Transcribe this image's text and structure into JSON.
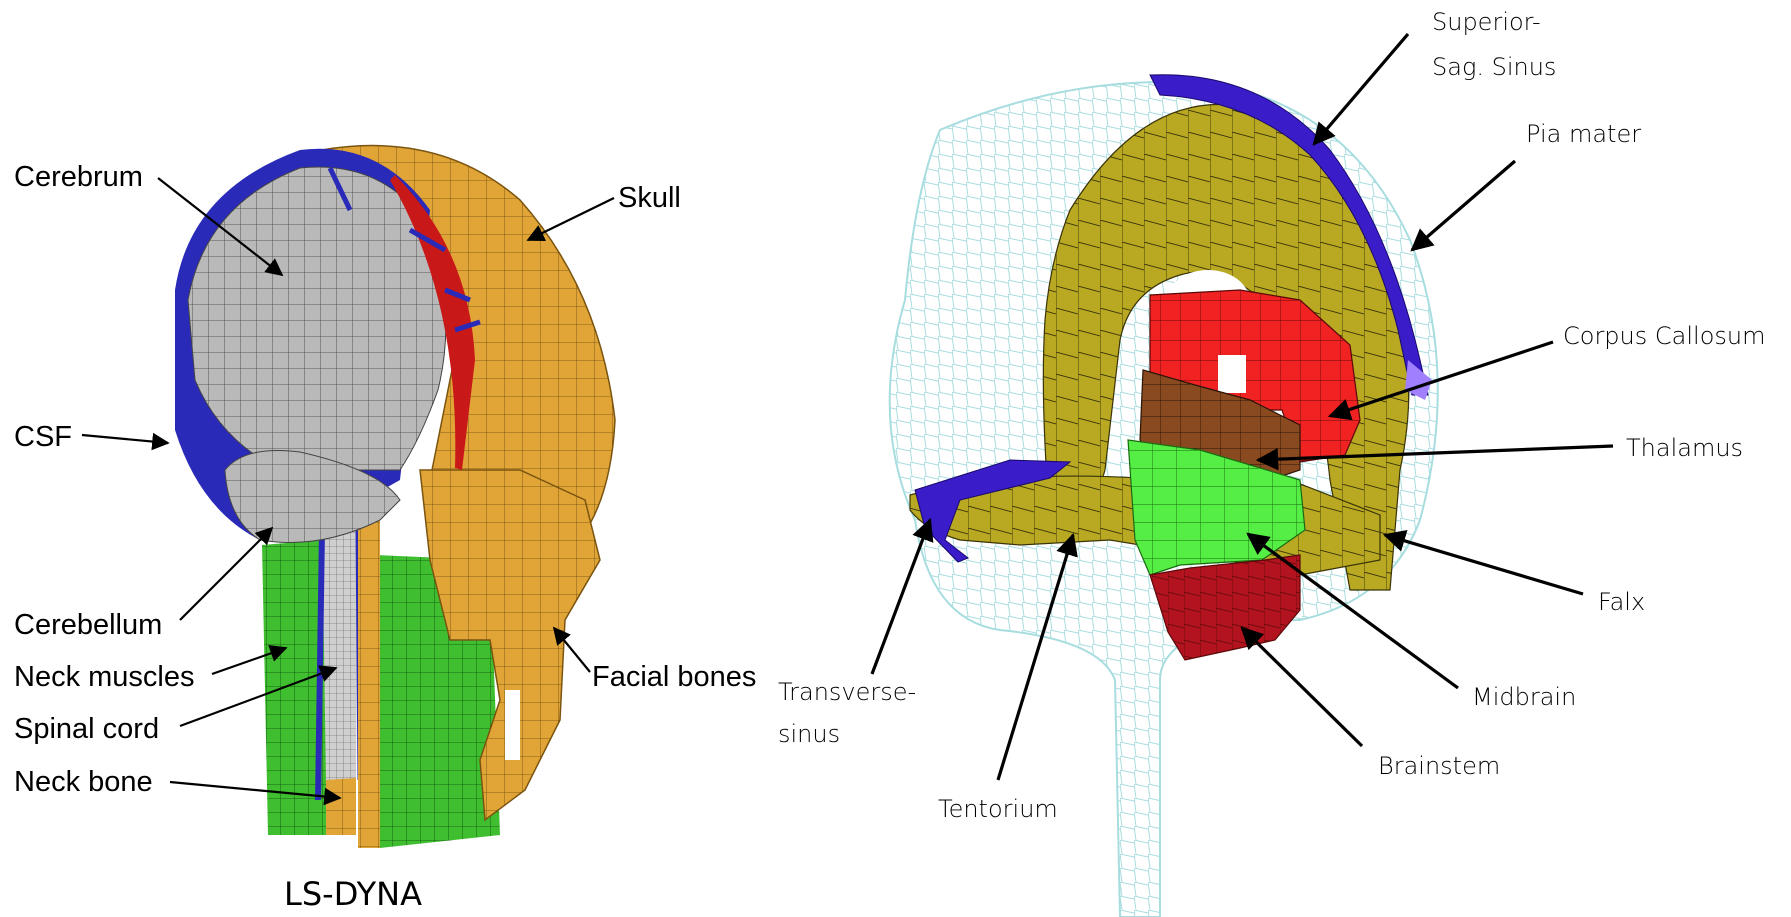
{
  "left_model": {
    "caption": "LS-DYNA",
    "labels": {
      "cerebrum": "Cerebrum",
      "skull": "Skull",
      "csf": "CSF",
      "cerebellum": "Cerebellum",
      "neck_muscles": "Neck muscles",
      "spinal_cord": "Spinal cord",
      "neck_bone": "Neck bone",
      "facial_bones": "Facial bones"
    }
  },
  "right_model": {
    "labels": {
      "superior_sag_sinus_1": "Superior-",
      "superior_sag_sinus_2": "Sag. Sinus",
      "pia_mater": "Pia mater",
      "corpus_callosum": "Corpus Callosum",
      "thalamus": "Thalamus",
      "falx": "Falx",
      "midbrain": "Midbrain",
      "brainstem": "Brainstem",
      "tentorium": "Tentorium",
      "transverse_sinus_1": "Transverse-",
      "transverse_sinus_2": "sinus"
    }
  },
  "colors": {
    "cerebrum": "#b5b5b5",
    "skull": "#e0a536",
    "csf": "#2a2ab8",
    "neck_muscles": "#3fbf2f",
    "falx": "#b8a822",
    "corpus_callosum": "#f02222",
    "thalamus": "#8a4a20",
    "midbrain": "#55ee44",
    "brainstem": "#b3131f",
    "pia_wire": "#a8dde0",
    "sinus": "#3a1cc8"
  }
}
